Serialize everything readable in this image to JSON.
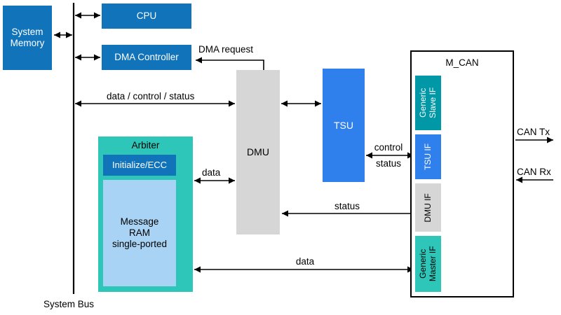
{
  "diagram": {
    "blocks": {
      "system_memory": "System\nMemory",
      "cpu": "CPU",
      "dma_controller": "DMA Controller",
      "dmu": "DMU",
      "tsu": "TSU",
      "m_can": "M_CAN",
      "generic_slave_if": "Generic\nSlave IF",
      "tsu_if": "TSU IF",
      "dmu_if": "DMU IF",
      "generic_master_if": "Generic\nMaster IF",
      "arbiter": "Arbiter",
      "initialize_ecc": "Initialize/ECC",
      "message_ram": "Message\nRAM\nsingle-ported"
    },
    "edge_labels": {
      "dma_request": "DMA request",
      "bus_dmu": "data / control / status",
      "arbiter_dmu": "data",
      "tsu_control": "control",
      "tsu_status": "status",
      "dmu_status": "status",
      "arbiter_mcan": "data",
      "can_tx": "CAN Tx",
      "can_rx": "CAN Rx"
    },
    "footer": {
      "system_bus": "System Bus"
    },
    "colors": {
      "dark_blue": "#1173B9",
      "bright_blue": "#2F80ED",
      "teal": "#2DC6B8",
      "dark_teal": "#0097A7",
      "gray": "#D6D6D6",
      "light_blue": "#A9D3F4",
      "line": "#000000"
    }
  }
}
